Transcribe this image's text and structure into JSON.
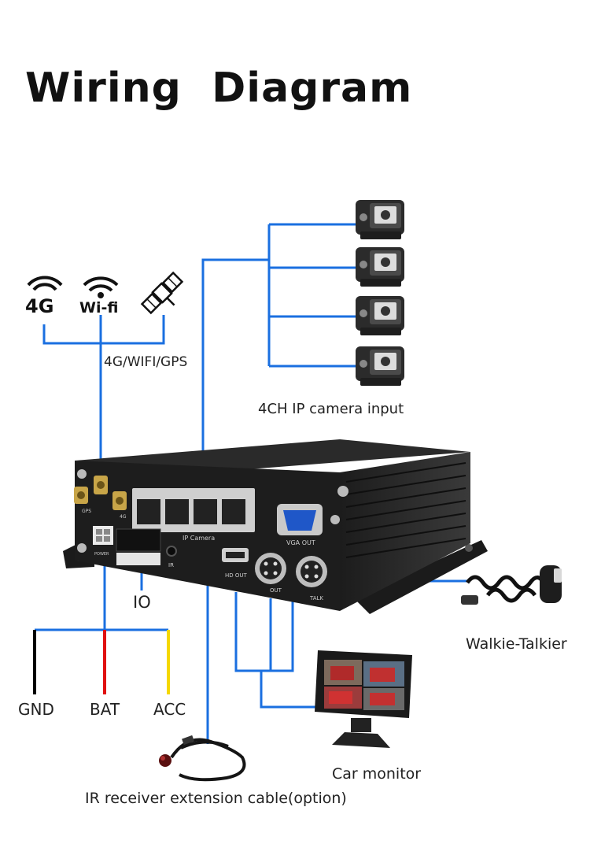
{
  "title": "Wiring  Diagram",
  "icons": {
    "g4_text": "4G",
    "wifi_text": "Wi-fi"
  },
  "labels": {
    "antenna": "4G/WIFI/GPS",
    "cameras": "4CH IP camera input",
    "io": "IO",
    "walkie": "Walkie-Talkier",
    "gnd": "GND",
    "bat": "BAT",
    "acc": "ACC",
    "monitor": "Car monitor",
    "ir": "IR receiver extension cable(option)"
  },
  "device": {
    "gps": "GPS",
    "g4": "4G",
    "ip_camera": "IP Camera",
    "vga_out": "VGA  OUT",
    "power": "POWER",
    "ir": "IR",
    "hd_out": "HD OUT",
    "out": "OUT",
    "talk": "TALK"
  },
  "colors": {
    "wire": "#1a6fe0",
    "gnd": "#000000",
    "bat": "#e01010",
    "acc": "#f5d800"
  }
}
